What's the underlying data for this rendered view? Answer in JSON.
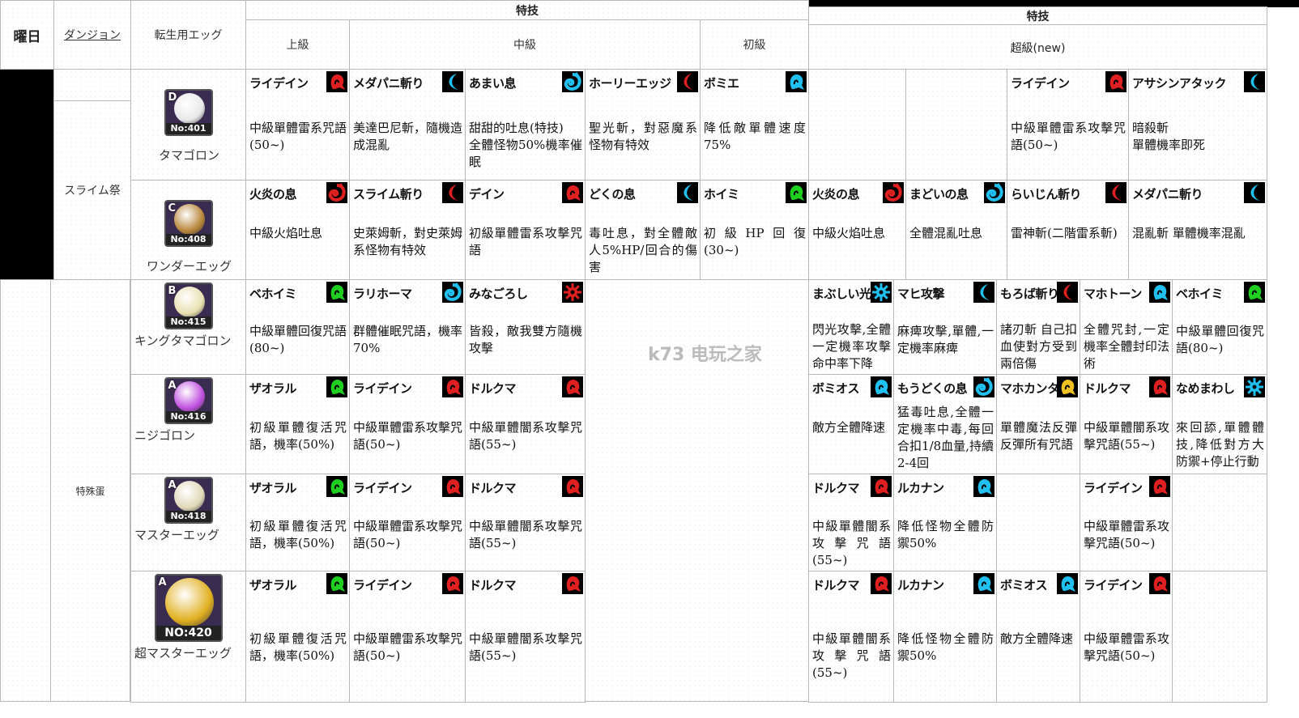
{
  "left_header": {
    "day": "曜日",
    "dungeon": "ダンジョン",
    "egg": "転生用エッグ",
    "skills": "特技",
    "upper": "上級",
    "middle": "中級",
    "beginner": "初級"
  },
  "right_header": {
    "skills": "特技",
    "super": "超級(new)"
  },
  "groups": [
    {
      "name": "スライム祭"
    },
    {
      "name": "特殊蛋"
    }
  ],
  "eggs": [
    {
      "name": "タマゴロン",
      "rank": "D",
      "number": "No:401",
      "color": "#e8e8e8"
    },
    {
      "name": "ワンダーエッグ",
      "rank": "C",
      "number": "No:408",
      "color": "#b8863a"
    },
    {
      "name": "キングタマゴロン",
      "rank": "B",
      "number": "No:415",
      "color": "#e8e0b0"
    },
    {
      "name": "ニジゴロン",
      "rank": "A",
      "number": "No:416",
      "color": "#c050e0"
    },
    {
      "name": "マスターエッグ",
      "rank": "A",
      "number": "No:418",
      "color": "#e0d8b8"
    },
    {
      "name": "超マスターエッグ",
      "rank": "A",
      "number": "NO:420",
      "color": "#e0b020"
    }
  ],
  "left_rows": [
    [
      {
        "name": "ライデイン",
        "icon": "spell",
        "color": "#e02020",
        "desc": "中級單體雷系咒語(50~)"
      },
      {
        "name": "メダパニ斬り",
        "icon": "slash",
        "color": "#20c0f0",
        "desc": "美達巴尼斬，隨機造成混亂"
      },
      {
        "name": "あまい息",
        "icon": "breath",
        "color": "#20c0f0",
        "desc": "甜甜的吐息(特技)\n全體怪物50%機率催眠"
      },
      {
        "name": "ホーリーエッジ",
        "icon": "slash",
        "color": "#e02020",
        "desc": "聖光斬，對惡魔系怪物有特效"
      },
      {
        "name": "ボミエ",
        "icon": "spell",
        "color": "#20c0f0",
        "desc": "降低敵單體速度75%"
      }
    ],
    [
      {
        "name": "火炎の息",
        "icon": "breath",
        "color": "#e02020",
        "desc": "中級火焰吐息"
      },
      {
        "name": "スライム斬り",
        "icon": "slash",
        "color": "#e02020",
        "desc": "史萊姆斬，對史萊姆系怪物有特效"
      },
      {
        "name": "デイン",
        "icon": "spell",
        "color": "#e02020",
        "desc": "初級單體雷系攻擊咒語"
      },
      {
        "name": "どくの息",
        "icon": "slash",
        "color": "#20c0f0",
        "desc": "毒吐息，對全體敵人5%HP/回合的傷害"
      },
      {
        "name": "ホイミ",
        "icon": "spell",
        "color": "#20d020",
        "desc": "初級HP回復(30~)"
      }
    ],
    [
      {
        "name": "ベホイミ",
        "icon": "spell",
        "color": "#20d020",
        "desc": "中級單體回復咒語(80~)"
      },
      {
        "name": "ラリホーマ",
        "icon": "breath",
        "color": "#20c0f0",
        "desc": "群體催眠咒語，機率70%"
      },
      {
        "name": "みなごろし",
        "icon": "gear",
        "color": "#e02020",
        "desc": "皆殺，敵我雙方隨機攻擊"
      }
    ],
    [
      {
        "name": "ザオラル",
        "icon": "spell",
        "color": "#20d020",
        "desc": "初級單體復活咒語，機率(50%)"
      },
      {
        "name": "ライデイン",
        "icon": "spell",
        "color": "#e02020",
        "desc": "中級單體雷系攻擊咒語(50~)"
      },
      {
        "name": "ドルクマ",
        "icon": "spell",
        "color": "#e02020",
        "desc": "中級單體闇系攻擊咒語(55~)"
      }
    ],
    [
      {
        "name": "ザオラル",
        "icon": "spell",
        "color": "#20d020",
        "desc": "初級單體復活咒語，機率(50%)"
      },
      {
        "name": "ライデイン",
        "icon": "spell",
        "color": "#e02020",
        "desc": "中級單體雷系攻擊咒語(50~)"
      },
      {
        "name": "ドルクマ",
        "icon": "spell",
        "color": "#e02020",
        "desc": "中級單體闇系攻擊咒語(55~)"
      }
    ],
    [
      {
        "name": "ザオラル",
        "icon": "spell",
        "color": "#20d020",
        "desc": "初級單體復活咒語，機率(50%)"
      },
      {
        "name": "ライデイン",
        "icon": "spell",
        "color": "#e02020",
        "desc": "中級單體雷系攻擊咒語(50~)"
      },
      {
        "name": "ドルクマ",
        "icon": "spell",
        "color": "#e02020",
        "desc": "中級單體闇系攻擊咒語(55~)"
      }
    ]
  ],
  "right_rows": [
    [
      null,
      null,
      {
        "name": "ライデイン",
        "icon": "spell",
        "color": "#e02020",
        "desc": "中級單體雷系攻擊咒語(50~)"
      },
      {
        "name": "アサシンアタック",
        "icon": "slash",
        "color": "#20c0f0",
        "desc": "暗殺斬\n單體機率即死"
      }
    ],
    [
      {
        "name": "火炎の息",
        "icon": "breath",
        "color": "#e02020",
        "desc": "中級火焰吐息"
      },
      {
        "name": "まどいの息",
        "icon": "breath",
        "color": "#20c0f0",
        "desc": "全體混亂吐息"
      },
      {
        "name": "らいじん斬り",
        "icon": "slash",
        "color": "#e02020",
        "desc": "雷神斬(二階雷系斬)"
      },
      {
        "name": "メダパニ斬り",
        "icon": "slash",
        "color": "#20c0f0",
        "desc": "混亂斬 單體機率混亂"
      }
    ],
    [
      {
        "name": "まぶしい光",
        "icon": "gear",
        "color": "#20c0f0",
        "desc": "閃光攻擊,全體一定機率攻擊命中率下降"
      },
      {
        "name": "マヒ攻撃",
        "icon": "slash",
        "color": "#20c0f0",
        "desc": "麻痺攻擊,單體,一定機率麻痺"
      },
      {
        "name": "もろば斬り",
        "icon": "slash",
        "color": "#e02020",
        "desc": "諸刃斬 自己扣血使對方受到兩倍傷"
      },
      {
        "name": "マホトーン",
        "icon": "spell",
        "color": "#20c0f0",
        "desc": "全體咒封,一定機率全體封印法術"
      },
      {
        "name": "ベホイミ",
        "icon": "spell",
        "color": "#20d020",
        "desc": "中級單體回復咒語(80~)"
      }
    ],
    [
      {
        "name": "ボミオス",
        "icon": "spell",
        "color": "#20c0f0",
        "desc": "敵方全體降速"
      },
      {
        "name": "もうどくの息",
        "icon": "breath",
        "color": "#20c0f0",
        "desc": "猛毒吐息,全體一定機率中毒,每回合扣1/8血量,持續2-4回"
      },
      {
        "name": "マホカンタ",
        "icon": "spell",
        "color": "#f0c020",
        "desc": "單體魔法反彈反彈所有咒語"
      },
      {
        "name": "ドルクマ",
        "icon": "spell",
        "color": "#e02020",
        "desc": "中級單體闇系攻擊咒語(55~)"
      },
      {
        "name": "なめまわし",
        "icon": "gear",
        "color": "#20c0f0",
        "desc": "來回舔,單體體技,降低對方大防禦+停止行動"
      }
    ],
    [
      {
        "name": "ドルクマ",
        "icon": "spell",
        "color": "#e02020",
        "desc": "中級單體闇系攻擊咒語(55~)"
      },
      {
        "name": "ルカナン",
        "icon": "spell",
        "color": "#20c0f0",
        "desc": "降低怪物全體防禦50%"
      },
      null,
      {
        "name": "ライデイン",
        "icon": "spell",
        "color": "#e02020",
        "desc": "中級單體雷系攻擊咒語(50~)"
      },
      null
    ],
    [
      {
        "name": "ドルクマ",
        "icon": "spell",
        "color": "#e02020",
        "desc": "中級單體闇系攻擊咒語(55~)"
      },
      {
        "name": "ルカナン",
        "icon": "spell",
        "color": "#20c0f0",
        "desc": "降低怪物全體防禦50%"
      },
      {
        "name": "ボミオス",
        "icon": "spell",
        "color": "#20c0f0",
        "desc": "敵方全體降速"
      },
      {
        "name": "ライデイン",
        "icon": "spell",
        "color": "#e02020",
        "desc": "中級單體雷系攻擊咒語(50~)"
      },
      null
    ]
  ],
  "watermark": "k73 电玩之家"
}
